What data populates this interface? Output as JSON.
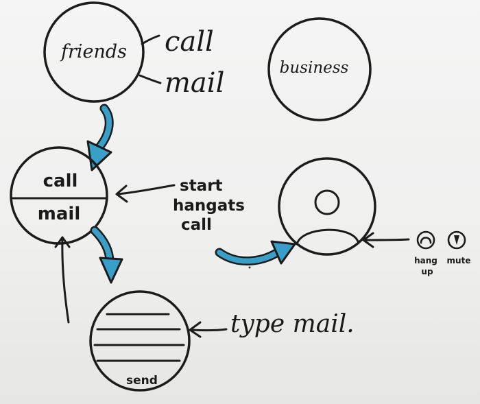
{
  "labels": {
    "friends": "friends",
    "call_option": "call",
    "mail_option": "mail",
    "business": "business",
    "menu_call": "call",
    "menu_mail": "mail",
    "start_line1": "start",
    "start_line2": "hangats",
    "start_line3": "call",
    "send": "send",
    "type_mail": "type mail.",
    "hang_up_line1": "hang",
    "hang_up_line2": "up",
    "mute": "mute"
  },
  "colors": {
    "ink": "#1c1c1c",
    "accent_arrow": "#3a9fc8",
    "paper": "#f1f1f0"
  },
  "icons": {
    "hang_up": "phone-hangup-icon",
    "mute": "mute-icon",
    "avatar": "user-avatar-icon"
  }
}
